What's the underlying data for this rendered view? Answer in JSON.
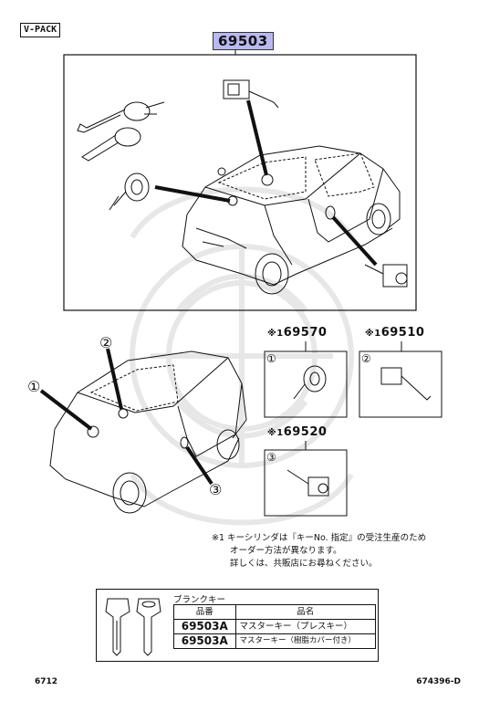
{
  "header": {
    "pack_label": "V-PACK",
    "main_part_number": "69503"
  },
  "callouts": {
    "one": "①",
    "two": "②",
    "three": "③"
  },
  "parts": [
    {
      "mark": "※1",
      "number": "69570",
      "slot": "①"
    },
    {
      "mark": "※1",
      "number": "69510",
      "slot": "②"
    },
    {
      "mark": "※1",
      "number": "69520",
      "slot": "③"
    }
  ],
  "note": {
    "line1": "※1  キーシリンダは『キーNo. 指定』の受注生産のため",
    "line2": "オーダー方法が異なります。",
    "line3": "詳しくは、共販店にお尋ねください。"
  },
  "blank_key_table": {
    "title": "ブランクキー",
    "columns": [
      "品番",
      "品名"
    ],
    "rows": [
      {
        "part_no": "69503A",
        "name": "マスターキー（プレスキー）"
      },
      {
        "part_no": "69503A",
        "name": "マスターキー（樹脂カバー付き）"
      }
    ]
  },
  "footer": {
    "left": "6712",
    "right": "674396-D"
  },
  "colors": {
    "highlight": "#b9b9f0",
    "ink": "#111111"
  }
}
